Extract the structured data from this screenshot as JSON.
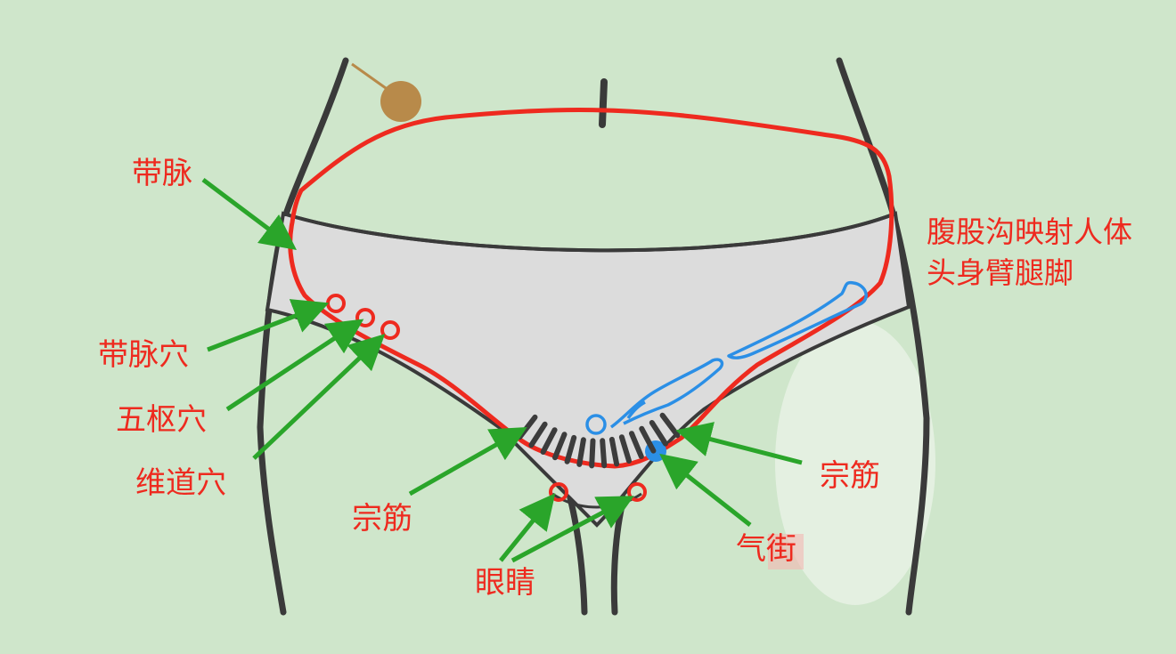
{
  "title": {
    "line1": "腹股沟映射人体",
    "line2": "头身臂腿脚"
  },
  "labels": {
    "daimai": "带脉",
    "daimai_xue": "带脉穴",
    "wushu_xue": "五枢穴",
    "weidao_xue": "维道穴",
    "zongjin_left": "宗筋",
    "zongjin_right": "宗筋",
    "yanjing": "眼睛",
    "qijie": "气街"
  },
  "colors": {
    "background": "#cfe6cb",
    "outline": "#3a3a3a",
    "garment": "#dcdcdc",
    "highlight_red": "#ee2a1f",
    "arrow_green": "#2aa52a",
    "body_sketch_blue": "#2b8fe6",
    "head_marker": "#b88a4a"
  }
}
